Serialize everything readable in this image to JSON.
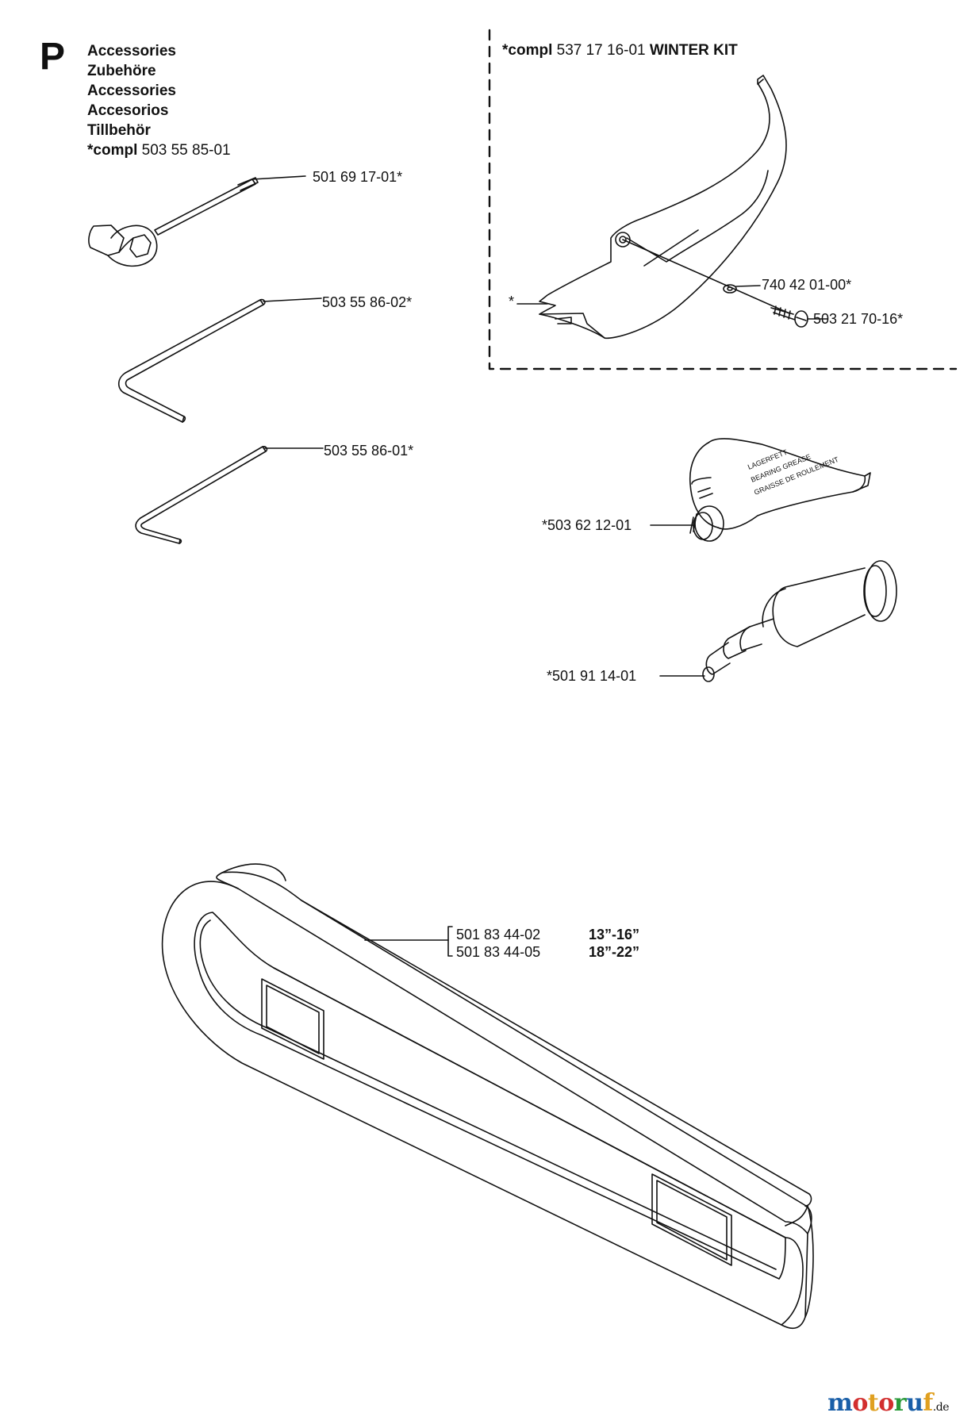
{
  "section": {
    "letter": "P"
  },
  "titles": [
    "Accessories",
    "Zubehöre",
    "Accessories",
    "Accesorios",
    "Tillbehör"
  ],
  "compl_main": {
    "prefix": "*compl",
    "number": "503 55 85-01"
  },
  "winter_kit": {
    "prefix": "*compl",
    "number": "537 17 16-01",
    "name": "WINTER KIT"
  },
  "parts": {
    "wrench": "501 69 17-01*",
    "hex_key_large": "503 55 86-02*",
    "hex_key_small": "503 55 86-01*",
    "washer": "740 42 01-00*",
    "screw": "503 21 70-16*",
    "cover_marker": "*",
    "grease": "*503 62 12-01",
    "grease_gun": "*501 91 14-01"
  },
  "bar_cover": [
    {
      "number": "501 83 44-02",
      "size": "13”-16”"
    },
    {
      "number": "501 83 44-05",
      "size": "18”-22”"
    }
  ],
  "grease_tube_text": [
    "LAGERFETT",
    "BEARING GREASE",
    "GRAISSE DE ROULEMENT"
  ],
  "logo": {
    "text": "motoruf",
    "suffix": ".de"
  },
  "colors": {
    "ink": "#111111",
    "logo_m": "#1a5fa8",
    "logo_o": "#d22f2f",
    "logo_t": "#e0a020",
    "logo_r": "#2a9a3a"
  }
}
